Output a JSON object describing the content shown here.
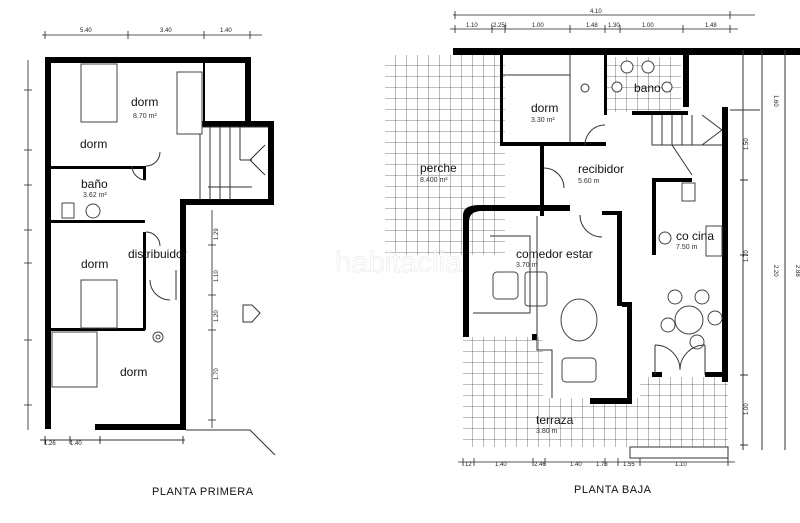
{
  "plans": {
    "upper": {
      "title": "PLANTA PRIMERA",
      "rooms": [
        {
          "name": "dorm",
          "area": "8.70 m²"
        },
        {
          "name": "dorm",
          "area": ""
        },
        {
          "name": "baño",
          "area": "3.62 m²"
        },
        {
          "name": "dorm",
          "area": ""
        },
        {
          "name": "distribuidor",
          "area": ""
        },
        {
          "name": "dorm",
          "area": ""
        }
      ],
      "dims_top": [
        "5.40",
        "3.40",
        "1.40"
      ],
      "dims_bottom": [
        "1.26",
        "1.40"
      ],
      "dims_right": [
        "1.29",
        "1.10",
        "1.20",
        "1.70"
      ]
    },
    "lower": {
      "title": "PLANTA BAJA",
      "rooms": [
        {
          "name": "dorm",
          "area": "3.30 m²"
        },
        {
          "name": "bano",
          "area": ""
        },
        {
          "name": "perche",
          "area": "8.400 m²"
        },
        {
          "name": "recibidor",
          "area": "5.60 m"
        },
        {
          "name": "comedor estar",
          "area": "3.70 m"
        },
        {
          "name": "co cina",
          "area": "7.50 m"
        },
        {
          "name": "terraza",
          "area": "3.80 m"
        }
      ],
      "dim_total": "4.10",
      "dims_top": [
        "1.10",
        "(2.25)",
        "1.00",
        "1.48",
        "1.30",
        "1.00",
        "1.48"
      ],
      "dims_bottom": [
        "12",
        "1.40",
        "2.46",
        "1.40",
        "1.78",
        "1.55",
        "1.10"
      ],
      "dims_right": [
        "1.50",
        "1.70",
        "1.00",
        "1.60",
        "2.20",
        "2.88"
      ]
    }
  },
  "watermark": "habitaclia"
}
